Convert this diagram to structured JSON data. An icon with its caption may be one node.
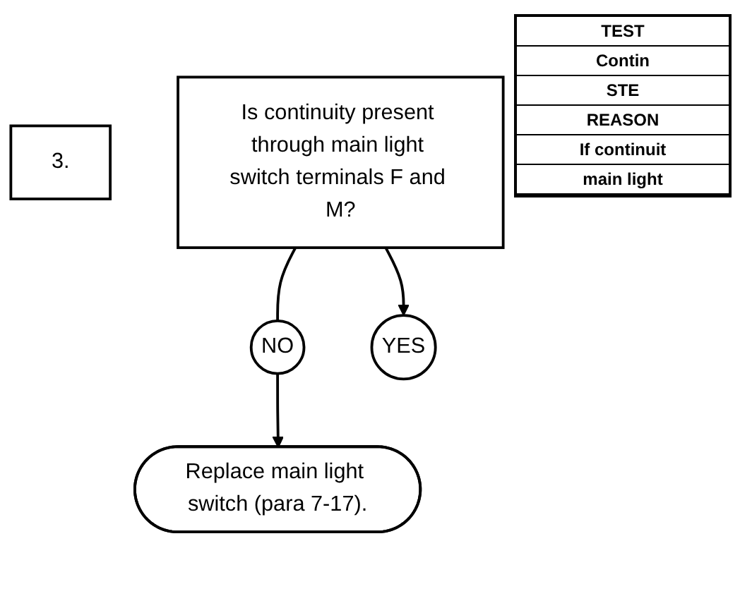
{
  "diagram": {
    "nodes": [
      {
        "text": [
          "3."
        ]
      },
      {
        "text": [
          "Is continuity present through main light switch terminals F and M?"
        ]
      },
      {
        "text": [
          "NO"
        ]
      },
      {
        "text": [
          "YES"
        ]
      },
      {
        "text": [
          "Replace main light switch (para 7-17)."
        ]
      }
    ],
    "edges": [
      {
        "from": 1,
        "to": 3,
        "arrow": "to"
      },
      {
        "from": 1,
        "to": 2,
        "arrow": "none"
      },
      {
        "from": 2,
        "to": 4,
        "arrow": "to"
      }
    ],
    "labels": [
      "TEST",
      "Contin",
      "STE",
      "REASON",
      "If continuit",
      "main light"
    ]
  }
}
